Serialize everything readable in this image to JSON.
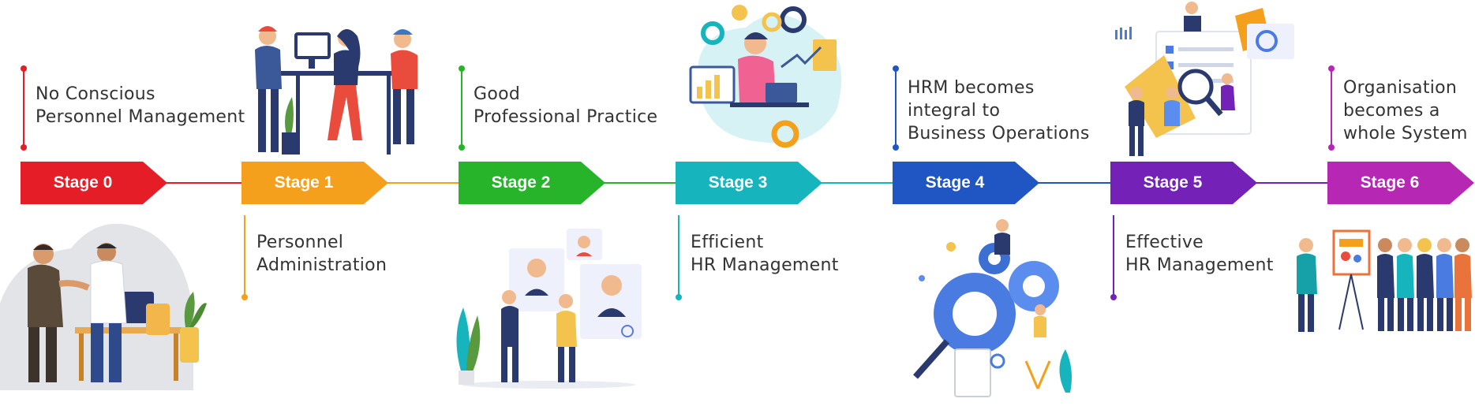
{
  "stages": [
    {
      "label": "Stage 0",
      "color": "#e51d26"
    },
    {
      "label": "Stage 1",
      "color": "#f4a01c"
    },
    {
      "label": "Stage 2",
      "color": "#27b42a"
    },
    {
      "label": "Stage 3",
      "color": "#16b5bd"
    },
    {
      "label": "Stage 4",
      "color": "#1f56c3"
    },
    {
      "label": "Stage 5",
      "color": "#7421b8"
    },
    {
      "label": "Stage 6",
      "color": "#b627b4"
    }
  ],
  "notes": [
    {
      "text": "No Conscious\nPersonnel Management"
    },
    {
      "text": "Personnel\nAdministration"
    },
    {
      "text": "Good\nProfessional Practice"
    },
    {
      "text": "Efficient\nHR Management"
    },
    {
      "text": "HRM becomes\nintegral to\nBusiness Operations"
    },
    {
      "text": "Effective\nHR Management"
    },
    {
      "text": "Organisation\nbecomes a\nwhole System"
    }
  ],
  "illustrations": [
    {
      "icon": "handshake-illustration"
    },
    {
      "icon": "team-meeting-illustration"
    },
    {
      "icon": "recruitment-profiles-illustration"
    },
    {
      "icon": "analytics-ideas-illustration"
    },
    {
      "icon": "gears-collaboration-illustration"
    },
    {
      "icon": "document-review-illustration"
    },
    {
      "icon": "presentation-team-illustration"
    }
  ]
}
